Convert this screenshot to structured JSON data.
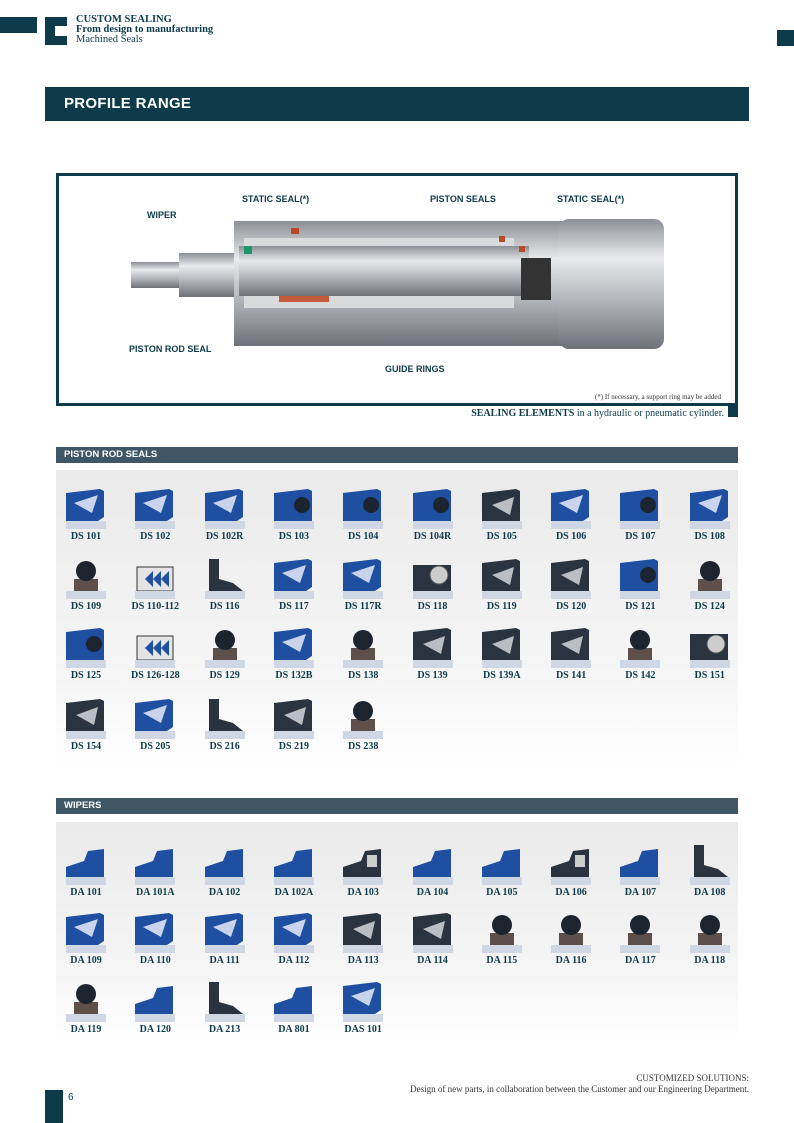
{
  "header": {
    "line1": "CUSTOM SEALING",
    "line2": "From design to manufacturing",
    "line3": "Machined Seals"
  },
  "title": "PROFILE RANGE",
  "diagram": {
    "labels": {
      "wiper": "WIPER",
      "static_seal_left": "STATIC SEAL(*)",
      "piston_seals": "PISTON SEALS",
      "static_seal_right": "STATIC SEAL(*)",
      "piston_rod_seal": "PISTON ROD SEAL",
      "guide_rings": "GUIDE RINGS"
    },
    "note": "(*) If necessary, a support ring may be added",
    "caption_bold": "SEALING ELEMENTS",
    "caption_rest": " in a hydraulic or pneumatic cylinder."
  },
  "colors": {
    "brand": "#0d3b4a",
    "blue": "#1f4fa0",
    "dark": "#2a3440",
    "brown": "#5e4f4a"
  },
  "piston_rod_seals": {
    "title": "PISTON ROD SEALS",
    "items": [
      [
        "DS 101",
        "blue"
      ],
      [
        "DS 102",
        "blue"
      ],
      [
        "DS 102R",
        "blue"
      ],
      [
        "DS 103",
        "bluering"
      ],
      [
        "DS 104",
        "bluering"
      ],
      [
        "DS 104R",
        "bluering"
      ],
      [
        "DS 105",
        "dark"
      ],
      [
        "DS 106",
        "blue"
      ],
      [
        "DS 107",
        "bluering"
      ],
      [
        "DS 108",
        "blue"
      ],
      [
        "DS 109",
        "oring"
      ],
      [
        "DS 110-112",
        "chevron"
      ],
      [
        "DS 116",
        "L"
      ],
      [
        "DS 117",
        "blue"
      ],
      [
        "DS 117R",
        "blue"
      ],
      [
        "DS 118",
        "darkring"
      ],
      [
        "DS 119",
        "dark"
      ],
      [
        "DS 120",
        "dark"
      ],
      [
        "DS 121",
        "bluering"
      ],
      [
        "DS 124",
        "oring"
      ],
      [
        "DS 125",
        "bluering"
      ],
      [
        "DS 126-128",
        "chevron"
      ],
      [
        "DS 129",
        "oring"
      ],
      [
        "DS 132B",
        "blue"
      ],
      [
        "DS 138",
        "oring"
      ],
      [
        "DS 139",
        "dark"
      ],
      [
        "DS 139A",
        "dark"
      ],
      [
        "DS 141",
        "dark"
      ],
      [
        "DS 142",
        "oring"
      ],
      [
        "DS 151",
        "darkring"
      ],
      [
        "DS 154",
        "dark"
      ],
      [
        "DS 205",
        "blue"
      ],
      [
        "DS 216",
        "L"
      ],
      [
        "DS 219",
        "dark"
      ],
      [
        "DS 238",
        "oring"
      ]
    ]
  },
  "wipers": {
    "title": "WIPERS",
    "items": [
      [
        "DA 101",
        "wblue"
      ],
      [
        "DA 101A",
        "wblue"
      ],
      [
        "DA 102",
        "wblue"
      ],
      [
        "DA 102A",
        "wblue"
      ],
      [
        "DA 103",
        "wdark"
      ],
      [
        "DA 104",
        "wblue"
      ],
      [
        "DA 105",
        "wblue"
      ],
      [
        "DA 106",
        "wdark"
      ],
      [
        "DA 107",
        "wblue"
      ],
      [
        "DA 108",
        "L"
      ],
      [
        "DA 109",
        "blue"
      ],
      [
        "DA 110",
        "blue"
      ],
      [
        "DA 111",
        "blue"
      ],
      [
        "DA 112",
        "blue"
      ],
      [
        "DA 113",
        "dark"
      ],
      [
        "DA 114",
        "dark"
      ],
      [
        "DA 115",
        "oring"
      ],
      [
        "DA 116",
        "oring"
      ],
      [
        "DA 117",
        "oring"
      ],
      [
        "DA 118",
        "oring"
      ],
      [
        "DA 119",
        "oring"
      ],
      [
        "DA 120",
        "wblue"
      ],
      [
        "DA 213",
        "L"
      ],
      [
        "DA 801",
        "wblue"
      ],
      [
        "DAS 101",
        "blue"
      ]
    ]
  },
  "footer": {
    "line1": "CUSTOMIZED SOLUTIONS:",
    "line2": "Design of new parts, in collaboration between the Customer and our Engineering Department.",
    "page": "6"
  }
}
